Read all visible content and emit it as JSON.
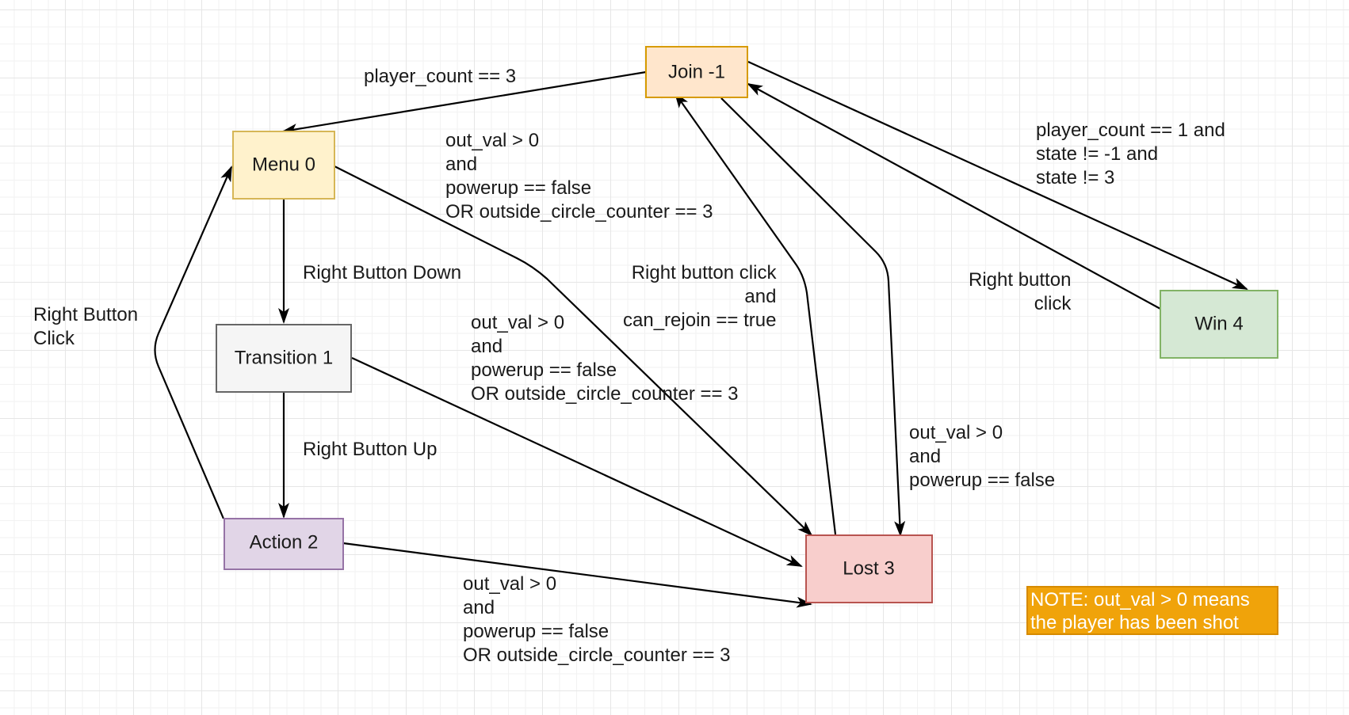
{
  "states": {
    "join": {
      "label": "Join -1",
      "fill": "#ffe6cc",
      "stroke": "#d79b00"
    },
    "menu": {
      "label": "Menu 0",
      "fill": "#fff2cc",
      "stroke": "#d6b656"
    },
    "transition": {
      "label": "Transition 1",
      "fill": "#f5f5f5",
      "stroke": "#666666"
    },
    "action": {
      "label": "Action 2",
      "fill": "#e1d5e7",
      "stroke": "#9673a6"
    },
    "lost": {
      "label": "Lost 3",
      "fill": "#f8cecc",
      "stroke": "#b85450"
    },
    "win": {
      "label": "Win 4",
      "fill": "#d5e8d4",
      "stroke": "#82b366"
    }
  },
  "labels": {
    "join_to_menu": [
      "player_count == 3"
    ],
    "menu_to_lost": [
      "out_val > 0",
      "and",
      "powerup == false",
      "OR outside_circle_counter == 3"
    ],
    "join_to_win": [
      "player_count == 1 and",
      "state != -1 and",
      "state != 3"
    ],
    "menu_to_transition": [
      "Right Button Down"
    ],
    "action_to_menu": [
      "Right Button",
      "Click"
    ],
    "lost_to_join": [
      "Right button click",
      "and",
      "can_rejoin == true"
    ],
    "win_to_join": [
      "Right button",
      "click"
    ],
    "transition_to_lost": [
      "out_val > 0",
      "and",
      "powerup == false",
      "OR outside_circle_counter == 3"
    ],
    "join_to_lost": [
      "out_val > 0",
      "and",
      "powerup == false"
    ],
    "transition_to_action": [
      "Right Button Up"
    ],
    "action_to_lost": [
      "out_val > 0",
      "and",
      "powerup == false",
      "OR outside_circle_counter == 3"
    ]
  },
  "note": [
    "NOTE: out_val > 0 means",
    "the player has been shot"
  ],
  "colors": {
    "edge": "#000000",
    "note_fill": "#f0a30a",
    "note_text": "#ffffff",
    "grid": "#e6e6e6"
  }
}
